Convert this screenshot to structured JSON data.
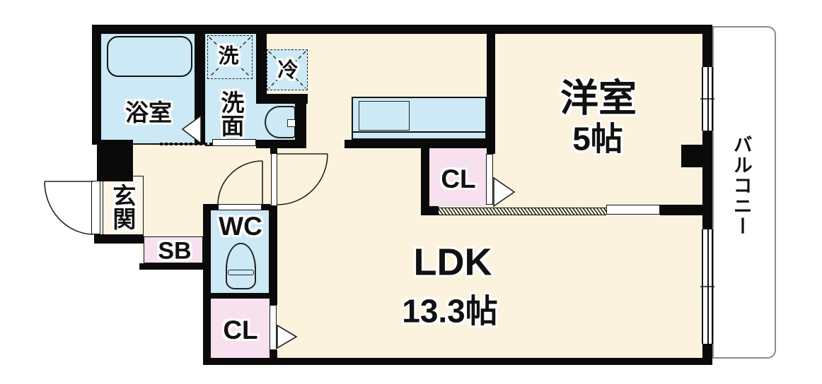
{
  "colors": {
    "floor": "#FCF3DE",
    "wet": "#CDE9F6",
    "storage": "#F8E1EF",
    "genkan": "#FCF6E8",
    "wall": "#0A0A0A",
    "line": "#111111",
    "balcony_border": "#8C8C8C"
  },
  "rooms": {
    "bathroom": {
      "name": "浴室"
    },
    "washroom": {
      "name": "洗面"
    },
    "western_room": {
      "name": "洋室",
      "area": "5帖"
    },
    "ldk": {
      "name": "LDK",
      "area": "13.3帖"
    },
    "toilet": {
      "name": "WC"
    },
    "closet_upper": {
      "name": "CL"
    },
    "closet_lower": {
      "name": "CL"
    },
    "shoe_box": {
      "name": "SB"
    },
    "entrance": {
      "name": "玄関"
    },
    "balcony": {
      "name": "バルコニー"
    }
  },
  "appliances": {
    "washer": {
      "name": "洗"
    },
    "refrigerator": {
      "name": "冷"
    }
  }
}
